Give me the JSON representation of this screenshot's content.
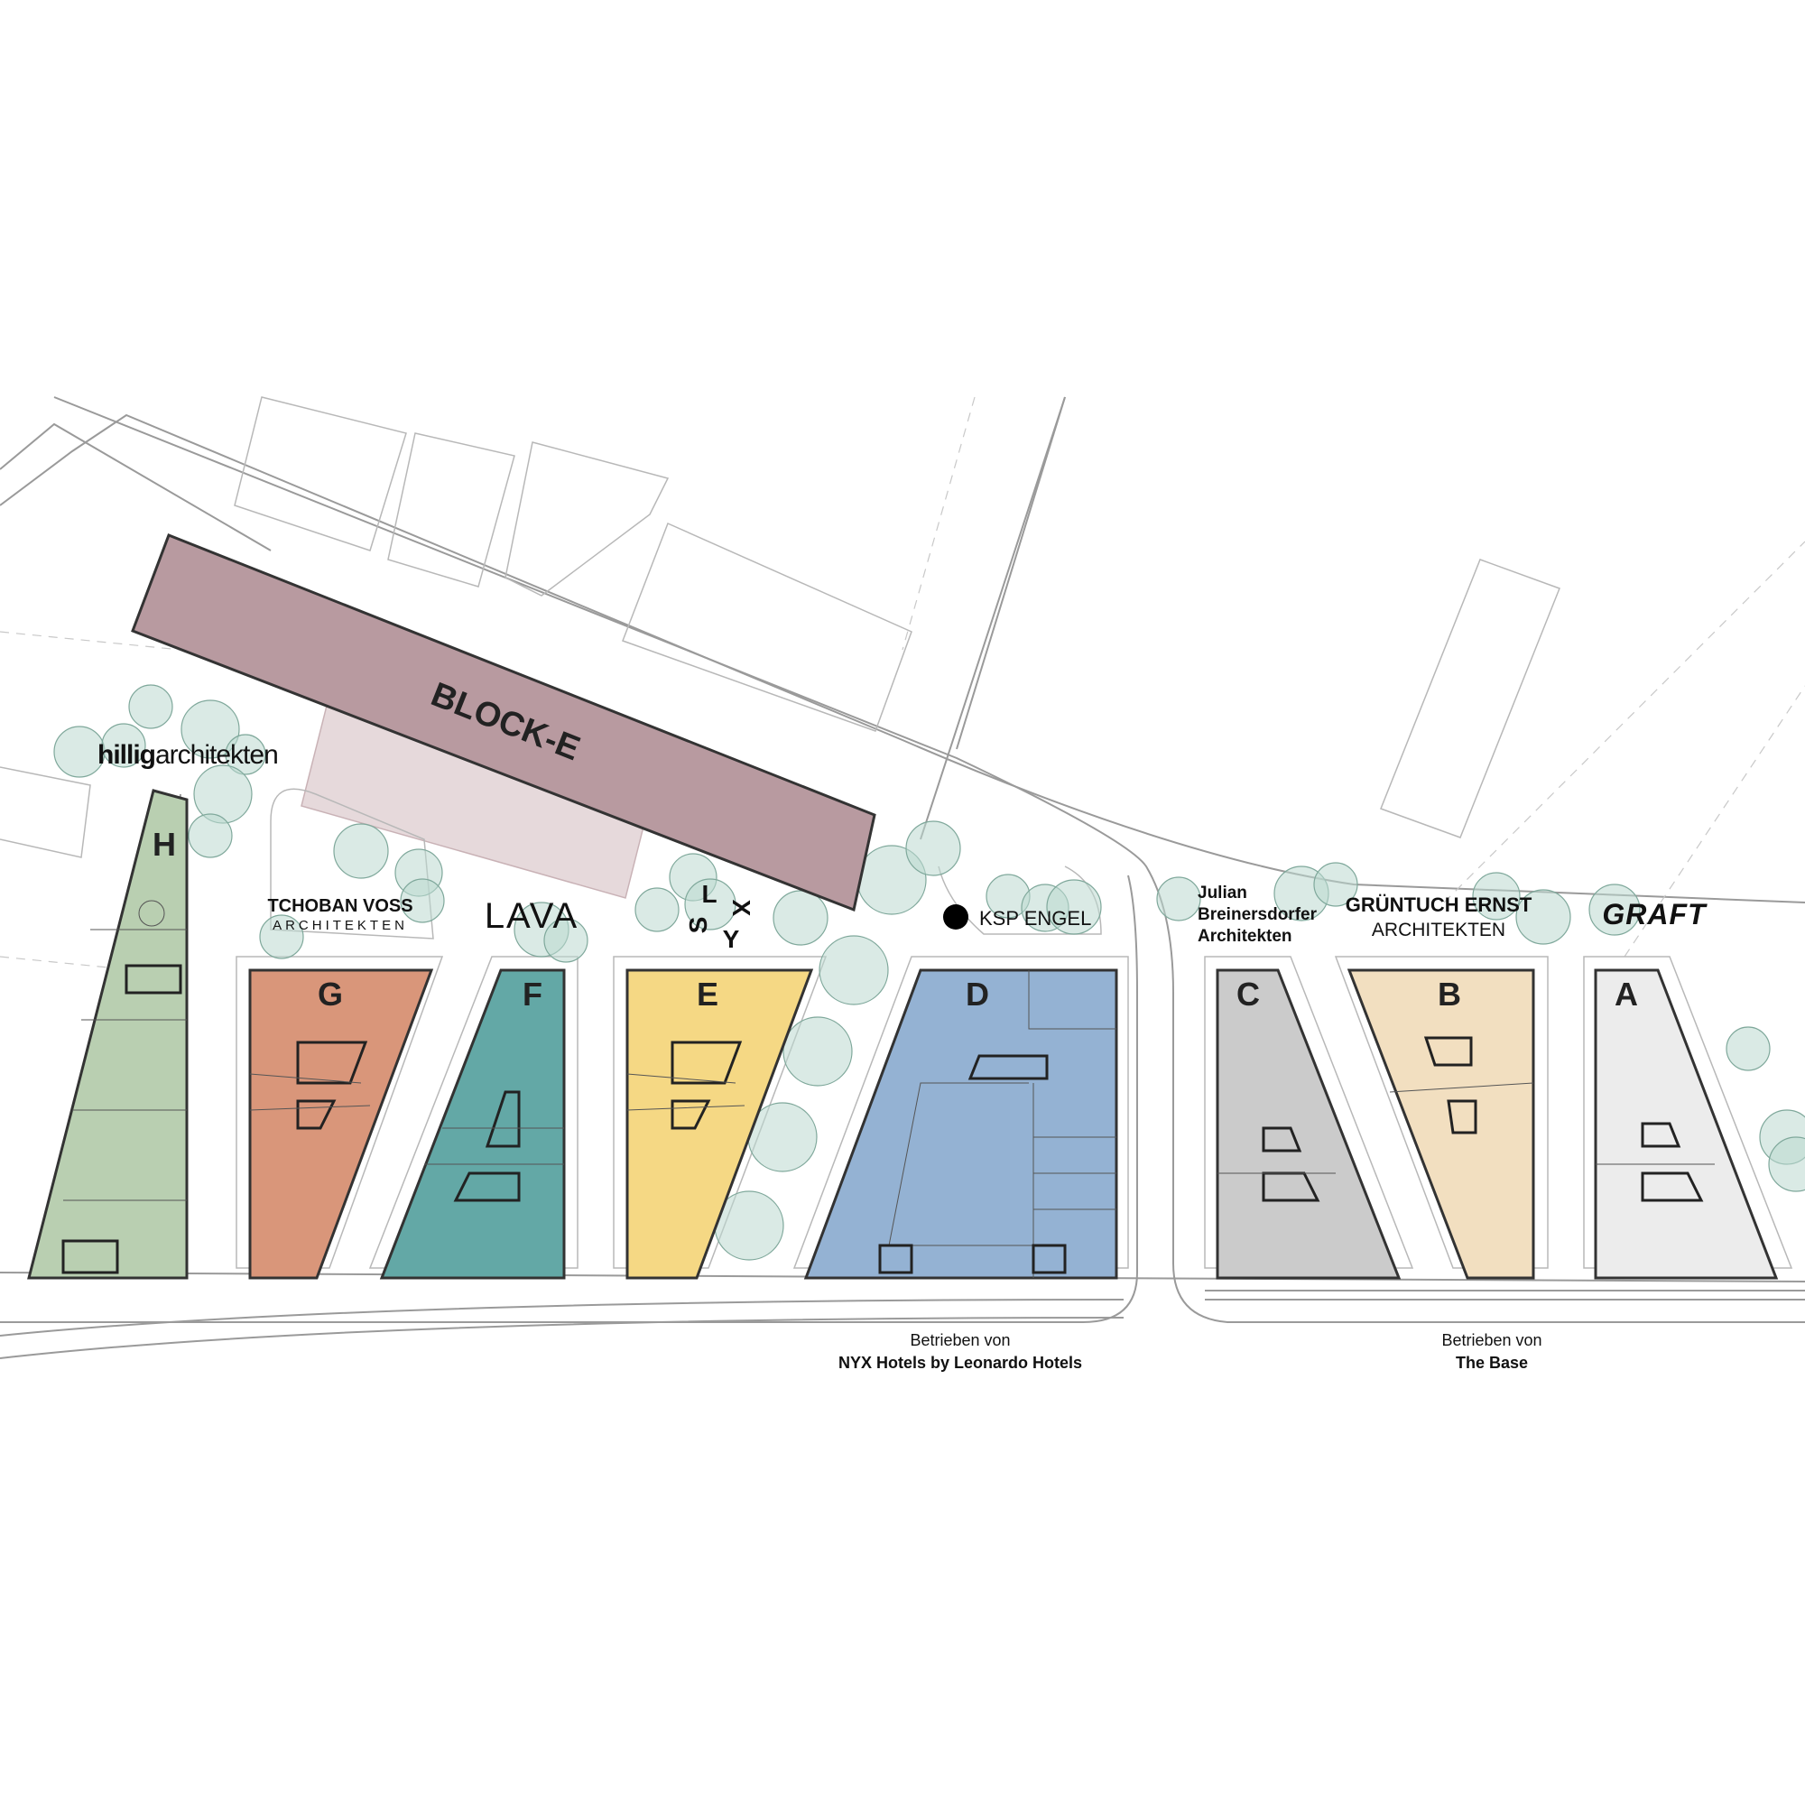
{
  "site_plan": {
    "main_block": {
      "label": "BLOCK-E",
      "color": "#b89aa0"
    },
    "buildings": [
      {
        "id": "H",
        "color": "#b9cfb1"
      },
      {
        "id": "G",
        "color": "#d9967a"
      },
      {
        "id": "F",
        "color": "#63a8a6"
      },
      {
        "id": "E",
        "color": "#f5d884"
      },
      {
        "id": "D",
        "color": "#94b2d3"
      },
      {
        "id": "C",
        "color": "#cbcbcb"
      },
      {
        "id": "B",
        "color": "#f2dfc0"
      },
      {
        "id": "A",
        "color": "#ececec"
      }
    ],
    "architects": {
      "hillig": {
        "bold": "hillig",
        "rest": "architekten"
      },
      "tchoban": {
        "line1": "TCHOBAN VOSS",
        "line2": "ARCHITEKTEN"
      },
      "lava": "LAVA",
      "slyx": {
        "s": "S",
        "l": "L",
        "y": "Y",
        "x": "X"
      },
      "ksp": "KSP ENGEL",
      "julian": {
        "line1": "Julian",
        "line2": "Breinersdorfer",
        "line3": "Architekten"
      },
      "gruentuch": {
        "line1": "GRÜNTUCH ERNST",
        "line2": "ARCHITEKTEN"
      },
      "graft": "GRAFT"
    },
    "operators": [
      {
        "prefix": "Betrieben von",
        "name": "NYX Hotels by Leonardo Hotels"
      },
      {
        "prefix": "Betrieben von",
        "name": "The Base"
      }
    ]
  }
}
